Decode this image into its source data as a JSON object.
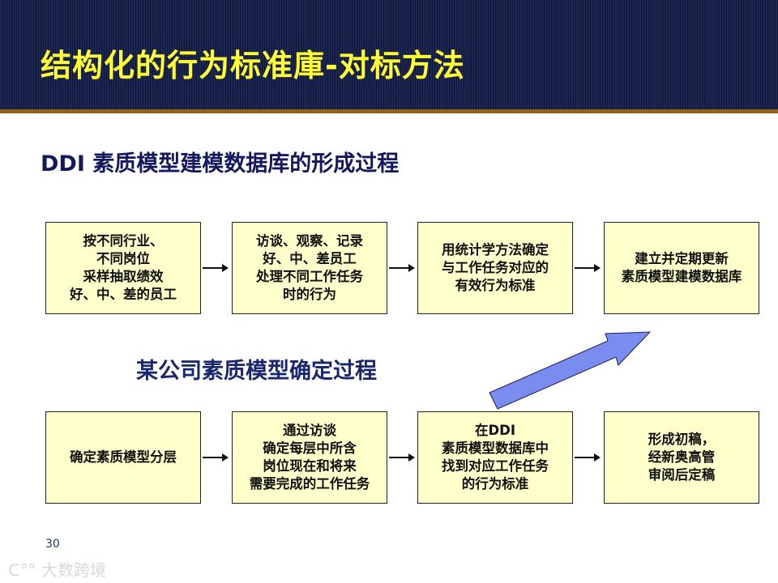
{
  "header": {
    "title": "结构化的行为标准庫-对标方法",
    "background_color": "#1c2754",
    "title_color": "#ffff33",
    "stripe_color": "#8f6414"
  },
  "section1": {
    "heading": "DDI 素质模型建模数据库的形成过程",
    "boxes": [
      {
        "text": "按不同行业、\n不同岗位\n采样抽取绩效\n好、中、差的员工"
      },
      {
        "text": "访谈、观察、记录\n好、中、差员工\n处理不同工作任务\n时的行为"
      },
      {
        "text": "用统计学方法确定\n与工作任务对应的\n有效行为标准"
      },
      {
        "text": "建立并定期更新\n素质模型建模数据库"
      }
    ]
  },
  "section2": {
    "heading": "某公司素质模型确定过程",
    "boxes": [
      {
        "text": "确定素质模型分层"
      },
      {
        "text": "通过访谈\n确定每层中所含\n岗位现在和将来\n需要完成的工作任务"
      },
      {
        "text": "在DDI\n素质模型数据库中\n找到对应工作任务\n的行为标准"
      },
      {
        "text": "形成初稿，\n经新奥高管\n审阅后定稿"
      }
    ]
  },
  "connector": {
    "icon": "block-arrow-up-right",
    "color": "#7a8cf0"
  },
  "box_fill": "#ffffcc",
  "footer": {
    "page_number": "30",
    "watermark": "大数跨境"
  }
}
